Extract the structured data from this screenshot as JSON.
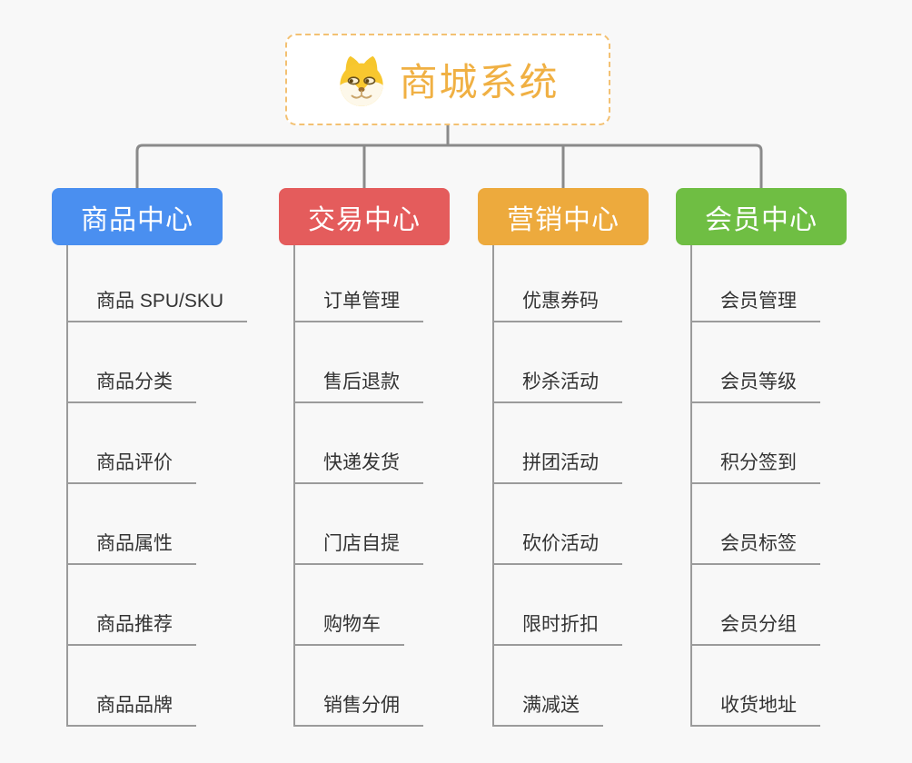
{
  "canvas": {
    "background_color": "#f8f8f8",
    "connector_color": "#8a8a8a",
    "spine_color": "#9b9b9b",
    "leaf_text_color": "#333333"
  },
  "root": {
    "title": "商城系统",
    "icon": "shiba-dog-icon",
    "text_color": "#f0b043",
    "border_color": "#f3c173"
  },
  "branches": [
    {
      "label": "商品中心",
      "color": "#4a8ff0",
      "children": [
        "商品 SPU/SKU",
        "商品分类",
        "商品评价",
        "商品属性",
        "商品推荐",
        "商品品牌"
      ]
    },
    {
      "label": "交易中心",
      "color": "#e45c5c",
      "children": [
        "订单管理",
        "售后退款",
        "快递发货",
        "门店自提",
        "购物车",
        "销售分佣"
      ]
    },
    {
      "label": "营销中心",
      "color": "#edaa3d",
      "children": [
        "优惠券码",
        "秒杀活动",
        "拼团活动",
        "砍价活动",
        "限时折扣",
        "满减送"
      ]
    },
    {
      "label": "会员中心",
      "color": "#6fbe43",
      "children": [
        "会员管理",
        "会员等级",
        "积分签到",
        "会员标签",
        "会员分组",
        "收货地址"
      ]
    }
  ]
}
